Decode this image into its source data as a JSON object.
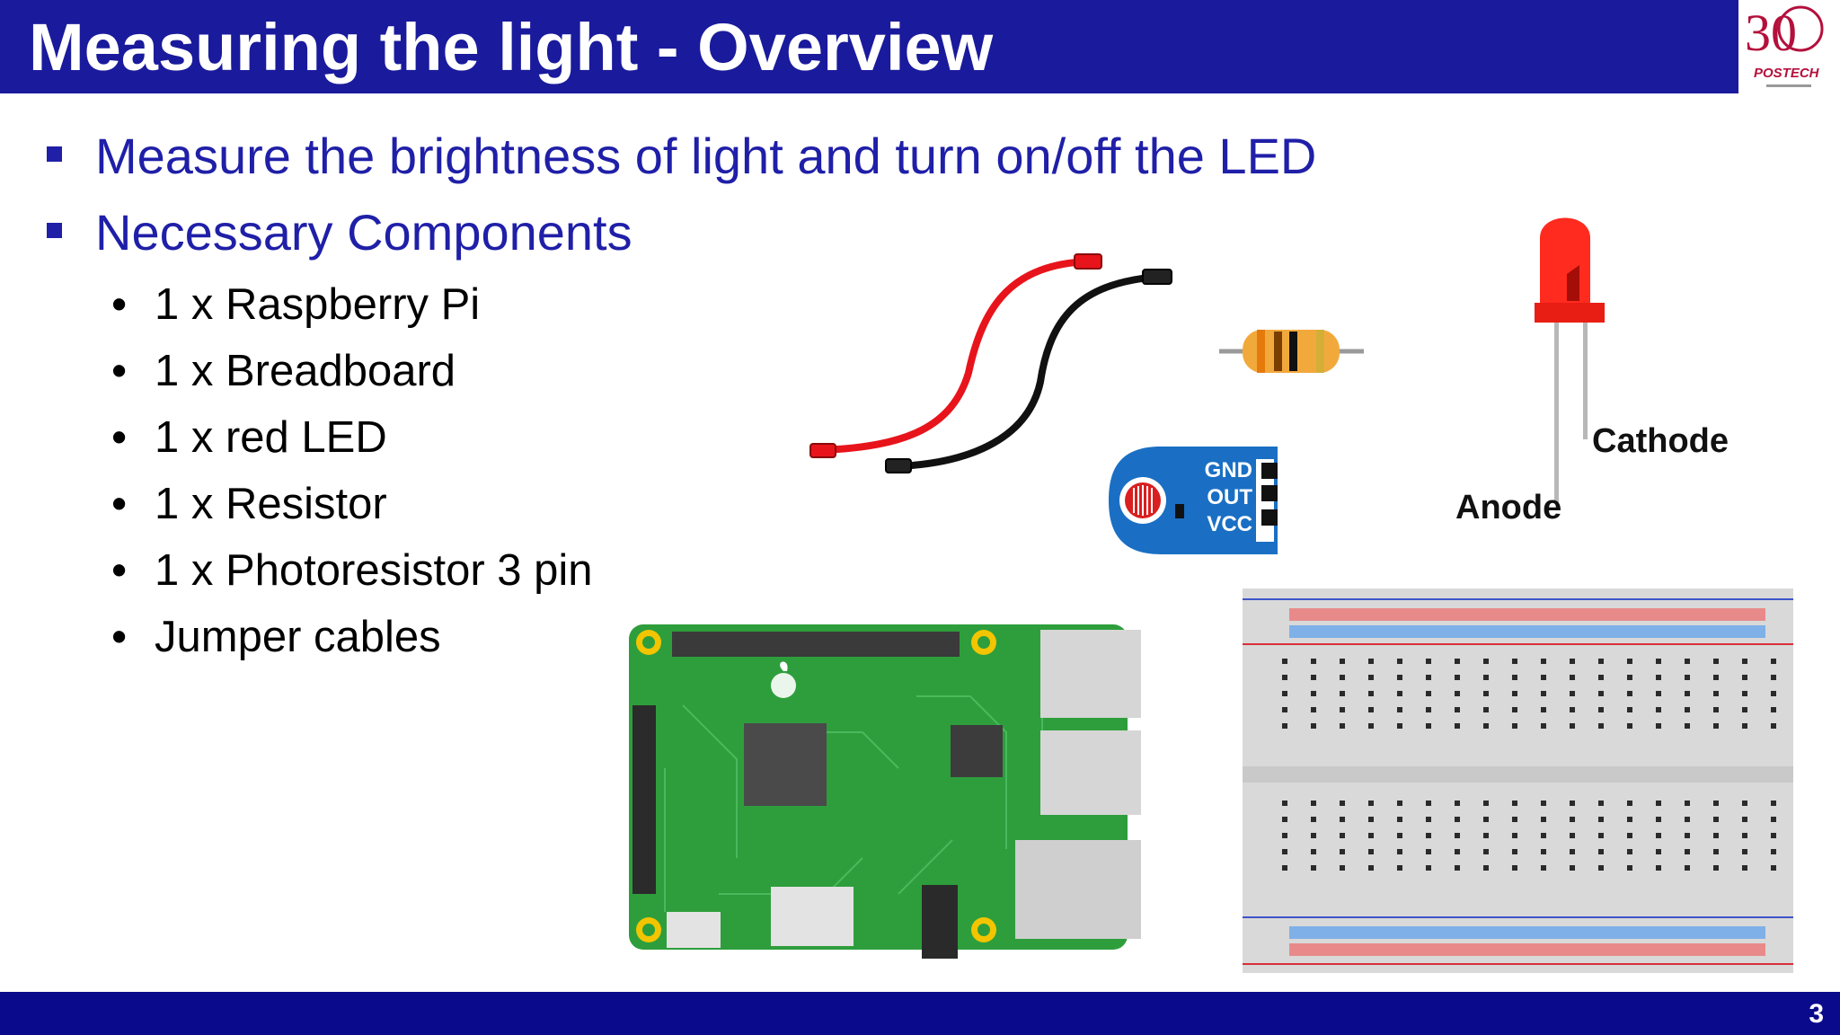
{
  "slide": {
    "title": "Measuring the light - Overview",
    "page_number": "3"
  },
  "logo": {
    "number": "30",
    "name": "POSTECH"
  },
  "bullets": [
    {
      "text": "Measure the brightness of light and turn on/off the LED"
    },
    {
      "text": "Necessary Components"
    }
  ],
  "components": [
    {
      "text": "1 x Raspberry Pi"
    },
    {
      "text": "1 x Breadboard"
    },
    {
      "text": "1 x red LED"
    },
    {
      "text": "1 x Resistor"
    },
    {
      "text": "1 x Photoresistor 3 pin"
    },
    {
      "text": "Jumper cables"
    }
  ],
  "photoresistor": {
    "pins": [
      "GND",
      "OUT",
      "VCC"
    ]
  },
  "led": {
    "cathode_label": "Cathode",
    "anode_label": "Anode"
  },
  "colors": {
    "title_bar": "#1a1a9c",
    "footer_bar": "#0a0a8c",
    "bullet_text": "#1f1fa8",
    "led_red": "#ff2b1f",
    "pcb_green": "#2e9e3c",
    "module_blue": "#1a6fc4"
  }
}
